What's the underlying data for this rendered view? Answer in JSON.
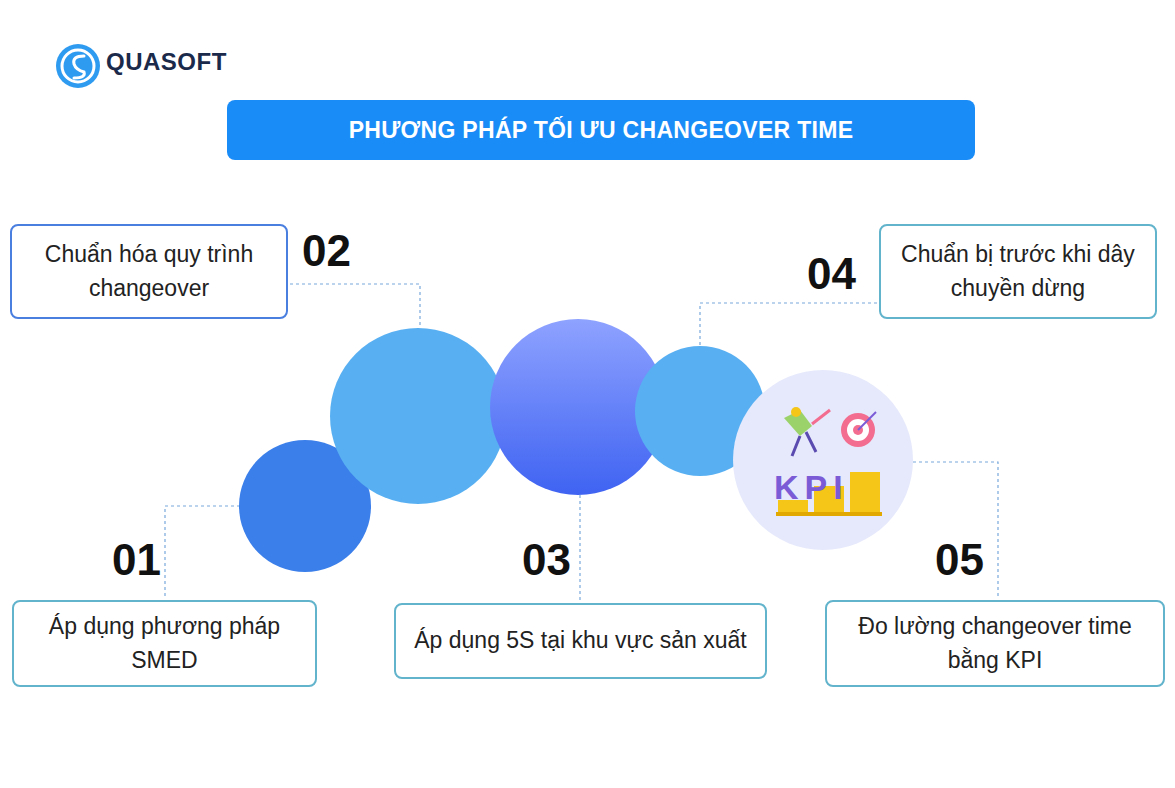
{
  "diagram": {
    "title": "PHƯƠNG PHÁP TỐI ƯU CHANGEOVER TIME",
    "nodes": [
      {
        "text": [
          "Áp dụng phương pháp SMED"
        ]
      },
      {
        "text": [
          "Chuẩn hóa quy trình changeover"
        ]
      },
      {
        "text": [
          "Áp dụng 5S tại khu vực sản xuất"
        ]
      },
      {
        "text": [
          "Chuẩn bị trước khi dây chuyền dừng"
        ]
      },
      {
        "text": [
          "Đo lường changeover time bằng KPI"
        ]
      }
    ],
    "labels": [
      "QUASOFT",
      "01",
      "02",
      "03",
      "04",
      "05",
      "KPI"
    ]
  }
}
